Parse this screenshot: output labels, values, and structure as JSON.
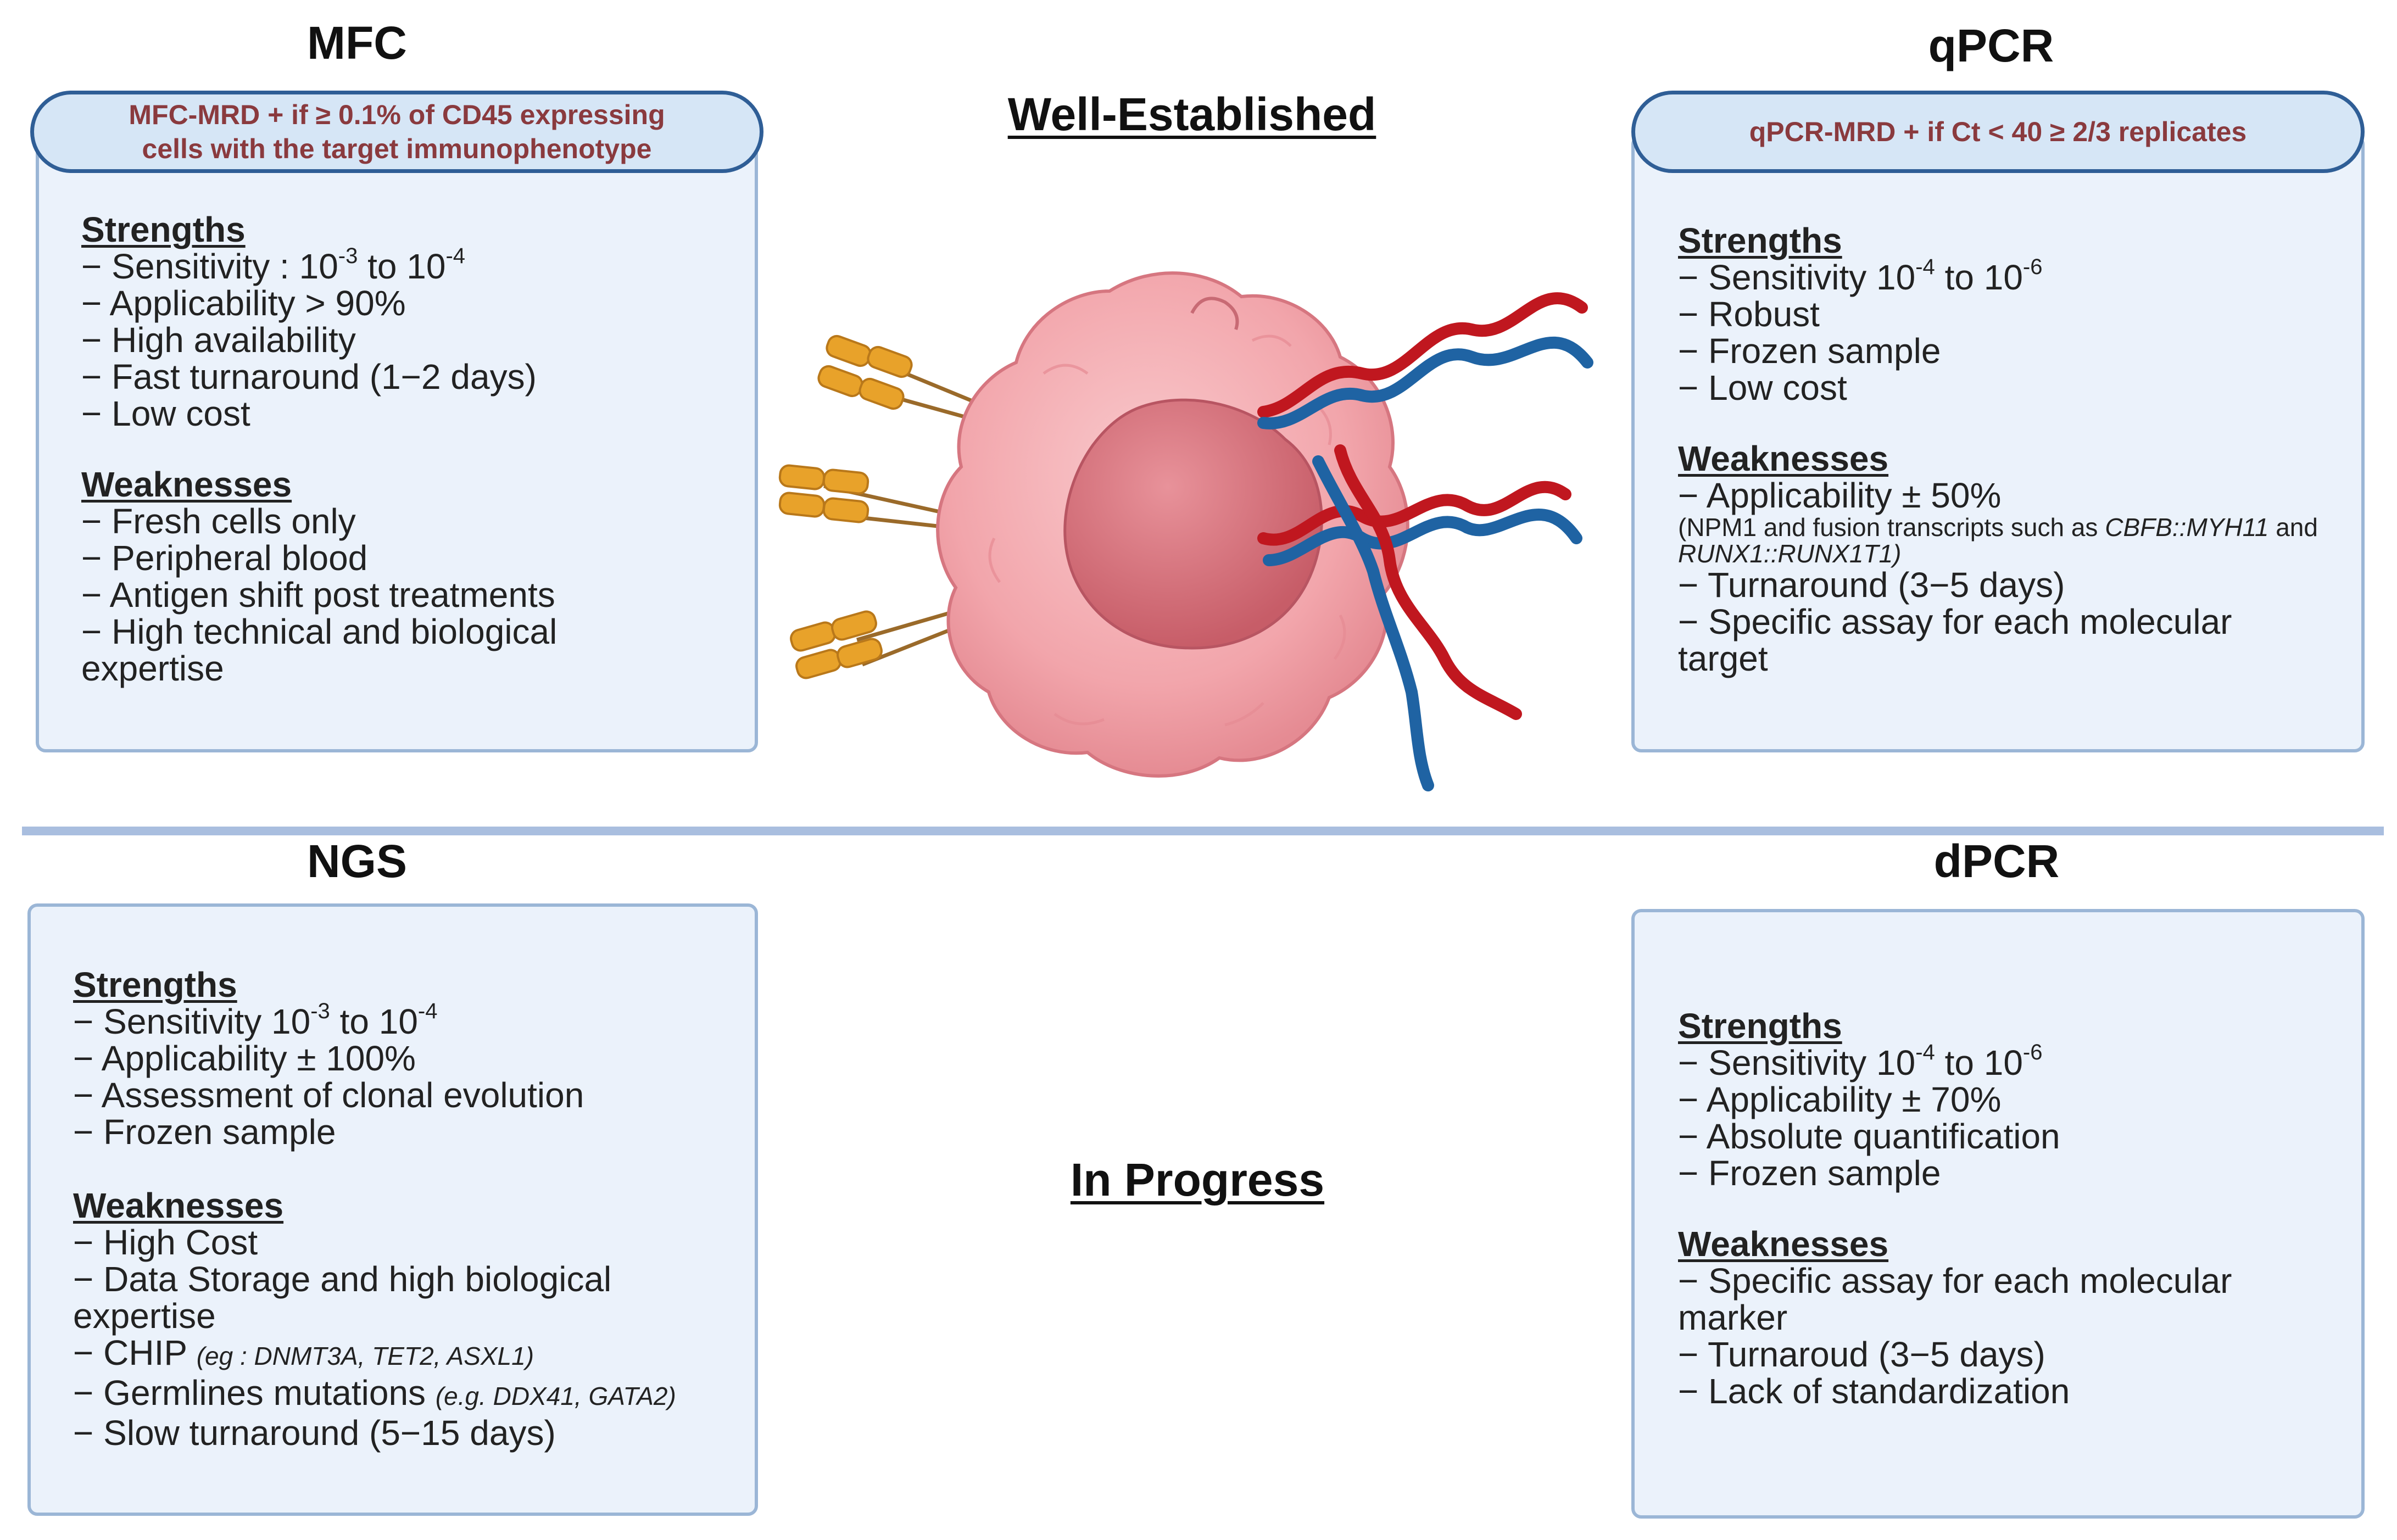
{
  "sections": {
    "mfc": {
      "title": "MFC",
      "criterion_line1": "MFC-MRD + if ≥ 0.1% of CD45 expressing",
      "criterion_line2": "cells with the target immunophenotype",
      "strengths_label": "Strengths",
      "s1_pre": "− Sensitivity : 10",
      "s1_exp1": "-3",
      "s1_mid": " to 10",
      "s1_exp2": "-4",
      "s2": "− Applicability > 90%",
      "s3": "− High availability",
      "s4": "− Fast turnaround (1−2 days)",
      "s5": "− Low cost",
      "weaknesses_label": "Weaknesses",
      "w1": "− Fresh cells only",
      "w2": "− Peripheral blood",
      "w3": "− Antigen shift post treatments",
      "w4a": "− High technical and biological",
      "w4b": "expertise"
    },
    "qpcr": {
      "title": "qPCR",
      "criterion": "qPCR-MRD + if Ct < 40  ≥ 2/3 replicates",
      "strengths_label": "Strengths",
      "s1_pre": "− Sensitivity 10",
      "s1_exp1": "-4",
      "s1_mid": " to 10",
      "s1_exp2": "-6",
      "s2": "− Robust",
      "s3": "− Frozen sample",
      "s4": "− Low cost",
      "weaknesses_label": "Weaknesses",
      "w1": "− Applicability ± 50%",
      "note_a": "(NPM1 and fusion transcripts such as ",
      "note_b": "CBFB::MYH11",
      "note_c": " and ",
      "note_d": "RUNX1::RUNX1T1)",
      "w2": "− Turnaround (3−5 days)",
      "w3a": "− Specific assay for each molecular",
      "w3b": "target"
    },
    "ngs": {
      "title": "NGS",
      "strengths_label": "Strengths",
      "s1_pre": "− Sensitivity 10",
      "s1_exp1": "-3",
      "s1_mid": " to 10",
      "s1_exp2": "-4",
      "s2": "− Applicability ± 100%",
      "s3": "− Assessment of clonal evolution",
      "s4": "− Frozen sample",
      "weaknesses_label": "Weaknesses",
      "w1": "− High Cost",
      "w2a": "− Data Storage and high biological",
      "w2b": "expertise",
      "w3": "− CHIP ",
      "w3_note": "(eg : DNMT3A, TET2, ASXL1)",
      "w4": "− Germlines mutations ",
      "w4_note": "(e.g. DDX41, GATA2)",
      "w5": "− Slow turnaround (5−15 days)"
    },
    "dpcr": {
      "title": "dPCR",
      "strengths_label": "Strengths",
      "s1_pre": "− Sensitivity 10",
      "s1_exp1": "-4",
      "s1_mid": " to 10",
      "s1_exp2": "-6",
      "s2": "− Applicability ±  70%",
      "s3": "− Absolute quantification",
      "s4": "− Frozen sample",
      "weaknesses_label": "Weaknesses",
      "w1a": "− Specific assay for each molecular",
      "w1b": "marker",
      "w2": "− Turnaroud (3−5 days)",
      "w3": "− Lack of standardization"
    }
  },
  "labels": {
    "top": "Well-Established",
    "bottom": "In Progress"
  },
  "colors": {
    "card_fill": "#ebf2fb",
    "card_border": "#9bb6d6",
    "pill_fill": "#d6e6f6",
    "pill_border": "#2f5e96",
    "pill_text": "#8a3a3e",
    "divider": "#a9bedf",
    "cell_pink": "#f2a5ab",
    "nucleus": "#d8707a",
    "antibody": "#e8a22a",
    "dna_red": "#c0171f",
    "dna_blue": "#1f63a3"
  }
}
